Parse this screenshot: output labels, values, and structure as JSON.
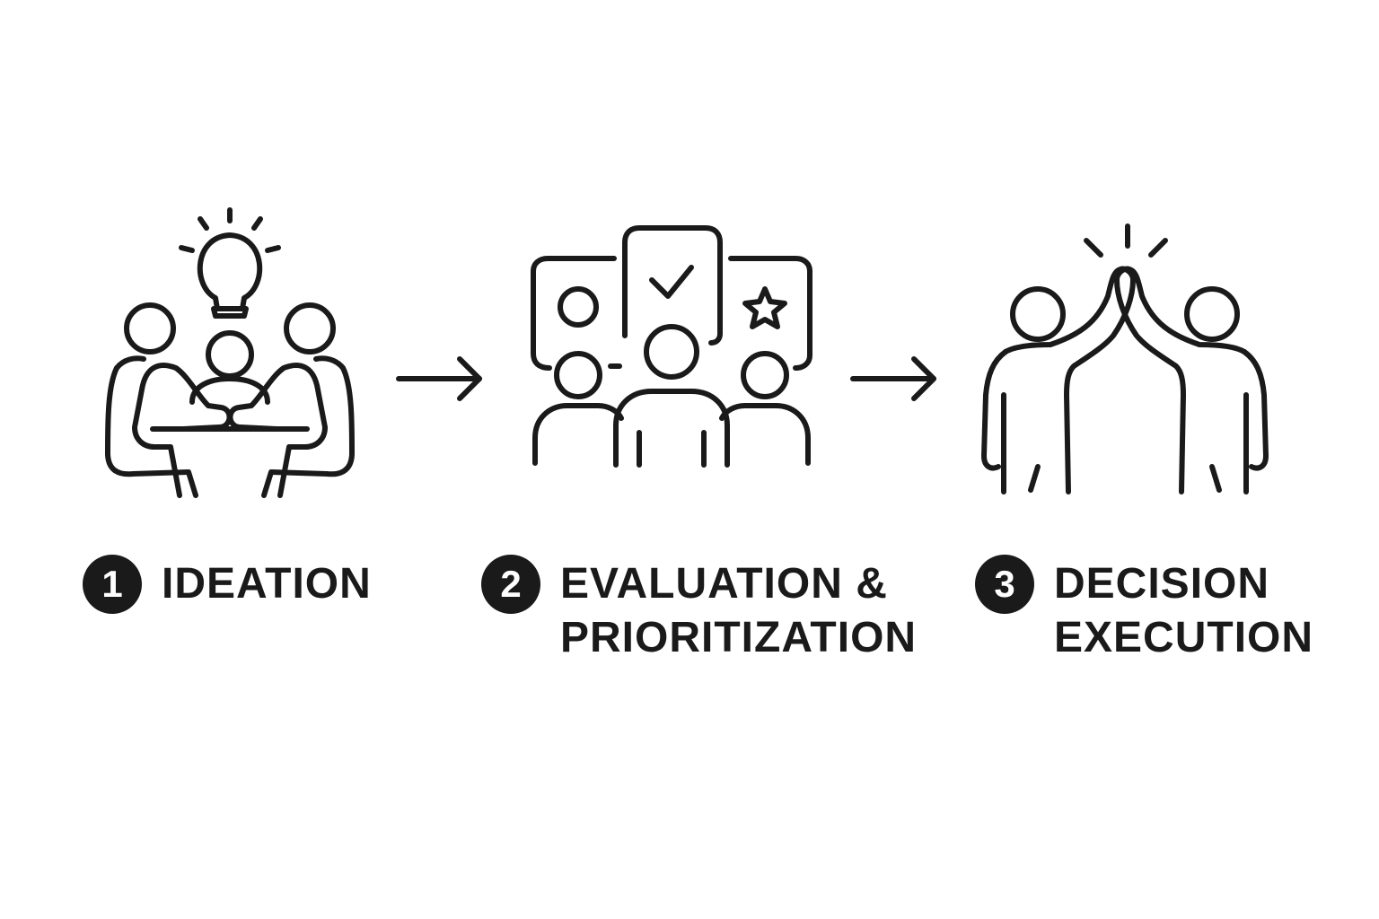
{
  "steps": [
    {
      "number": "1",
      "title_lines": [
        "IDEATION"
      ],
      "icon": "team-brainstorm-lightbulb-icon"
    },
    {
      "number": "2",
      "title_lines": [
        "EVALUATION &",
        "PRIORITIZATION"
      ],
      "icon": "team-review-checklist-icon"
    },
    {
      "number": "3",
      "title_lines": [
        "DECISION",
        "EXECUTION"
      ],
      "icon": "high-five-icon"
    }
  ],
  "connector_icon": "arrow-right-icon",
  "colors": {
    "ink": "#1a1a1a",
    "background": "#ffffff"
  }
}
